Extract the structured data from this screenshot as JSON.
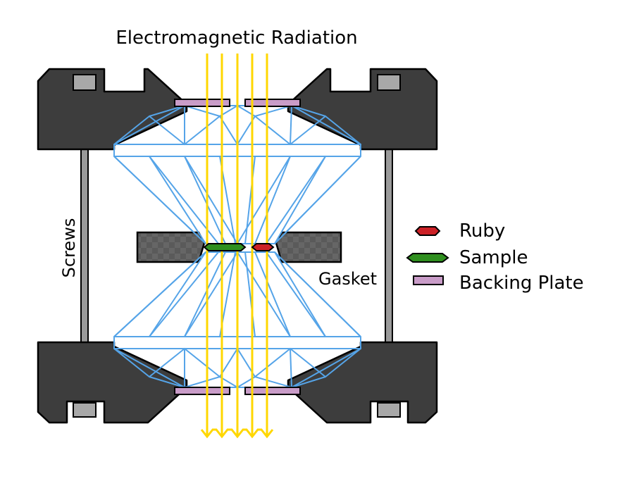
{
  "title": "Electromagnetic Radiation",
  "labels": {
    "screws": "Screws",
    "gasket": "Gasket"
  },
  "legend": [
    {
      "label": "Ruby",
      "color": "#cc2127",
      "shape": "hexagon-small"
    },
    {
      "label": "Sample",
      "color": "#2f8f1f",
      "shape": "hexagon-long"
    },
    {
      "label": "Backing Plate",
      "color": "#c99cc8",
      "shape": "rectangle"
    }
  ],
  "colors": {
    "cell_body": "#3d3d3d",
    "screw_head": "#a8a8a8",
    "screw_rod": "#999999",
    "gasket": "#5a5a5a",
    "diamond_edges": "#55a4e8",
    "radiation": "#ffd700",
    "backing_plate": "#c99cc8",
    "sample": "#2f8f1f",
    "ruby": "#cc2127"
  }
}
